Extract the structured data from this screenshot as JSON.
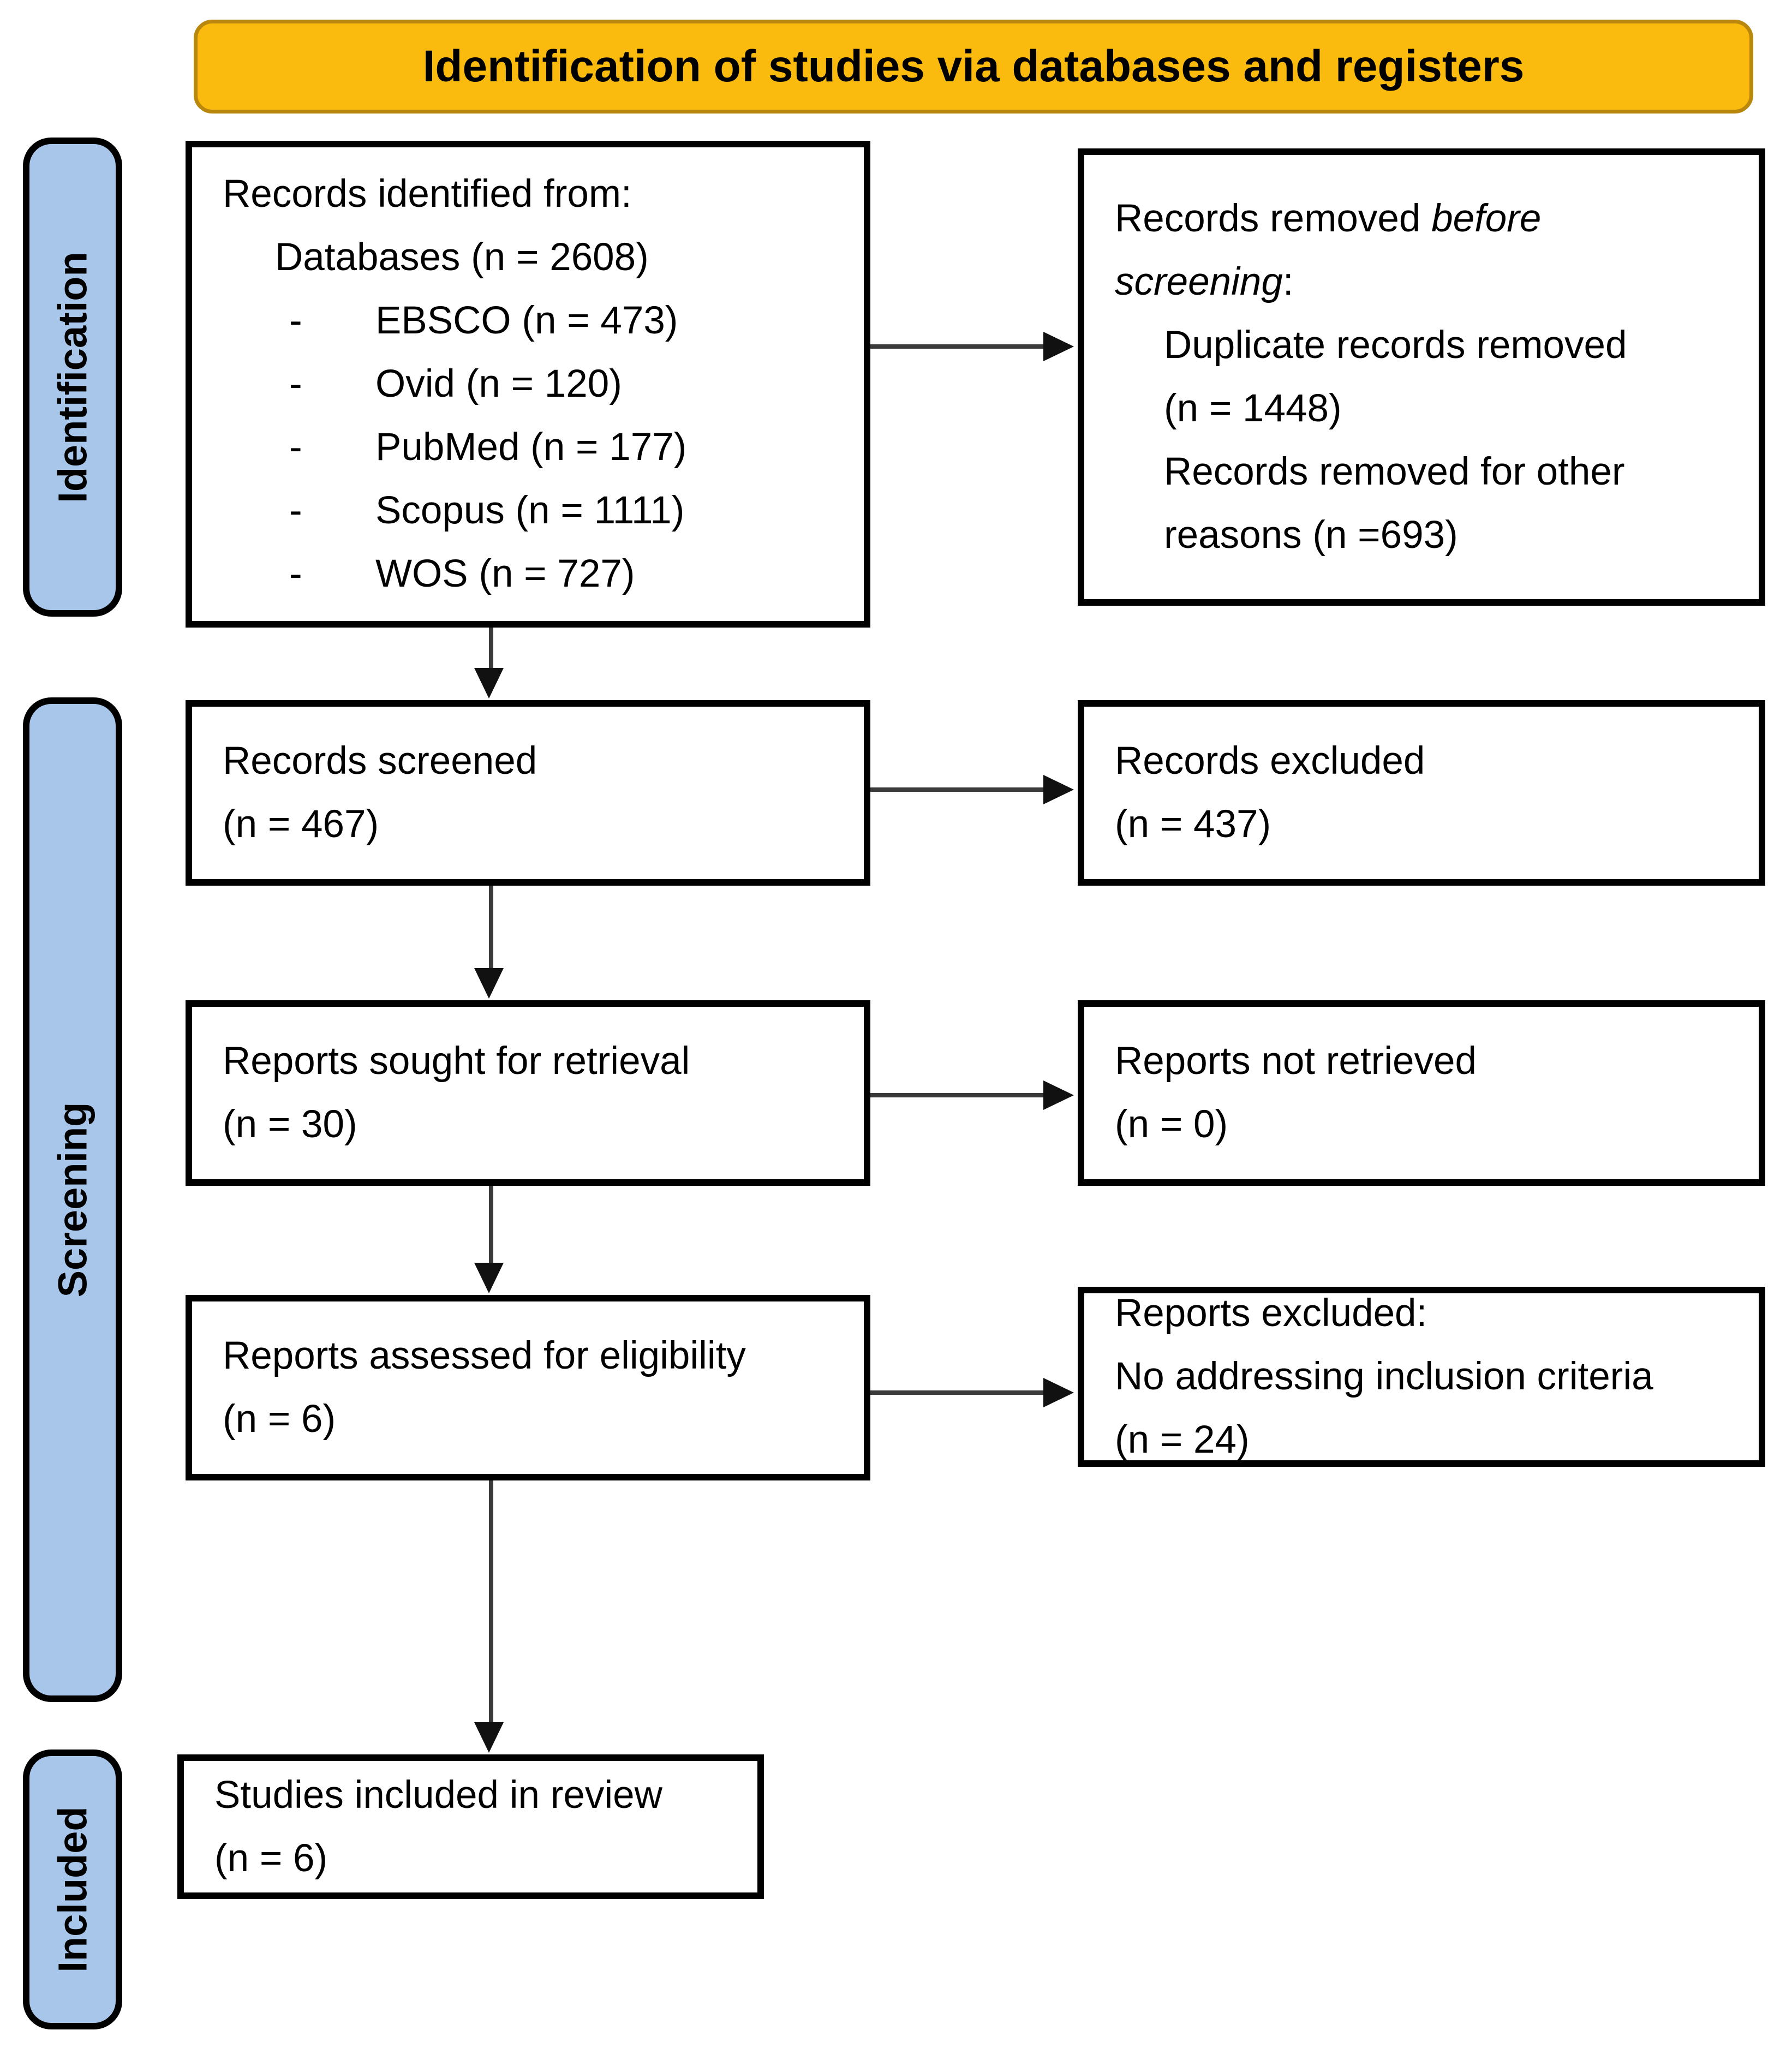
{
  "banner": {
    "title": "Identification of studies via databases and registers"
  },
  "stages": [
    {
      "label": "Identification"
    },
    {
      "label": "Screening"
    },
    {
      "label": "Included"
    }
  ],
  "boxes": {
    "identified": {
      "lines": [
        "Records identified from:",
        "Databases (n = 2608)"
      ],
      "dash": "-",
      "bullets": [
        "EBSCO (n = 473)",
        "Ovid (n = 120)",
        "PubMed (n = 177)",
        "Scopus (n = 1111)",
        "WOS (n = 727)"
      ]
    },
    "removed": {
      "line1_normal": "Records removed ",
      "line1_italic": "before",
      "line2_italic": "screening",
      "line2_normal": ":",
      "details": [
        "Duplicate records removed",
        "(n = 1448)",
        "Records removed for other",
        "reasons (n =693)"
      ]
    },
    "screened": {
      "lines": [
        "Records screened",
        "(n = 467)"
      ]
    },
    "records_excluded": {
      "lines": [
        "Records excluded",
        "(n = 437)"
      ]
    },
    "sought": {
      "lines": [
        "Reports sought for retrieval",
        "(n = 30)"
      ]
    },
    "not_retrieved": {
      "lines": [
        "Reports not retrieved",
        "(n = 0)"
      ]
    },
    "assessed": {
      "lines": [
        "Reports assessed for eligibility",
        "(n = 6)"
      ]
    },
    "reports_excluded": {
      "lines": [
        "Reports excluded:",
        "No addressing inclusion criteria",
        "(n = 24)"
      ]
    },
    "included_review": {
      "lines": [
        "Studies included in review",
        "(n = 6)"
      ]
    }
  },
  "colors": {
    "banner_fill": "#FBBB0E",
    "banner_border": "#B8870B",
    "stage_fill": "#A8C6E9",
    "box_border": "#000000",
    "arrow_color": "#111111",
    "text_color": "#000000"
  }
}
